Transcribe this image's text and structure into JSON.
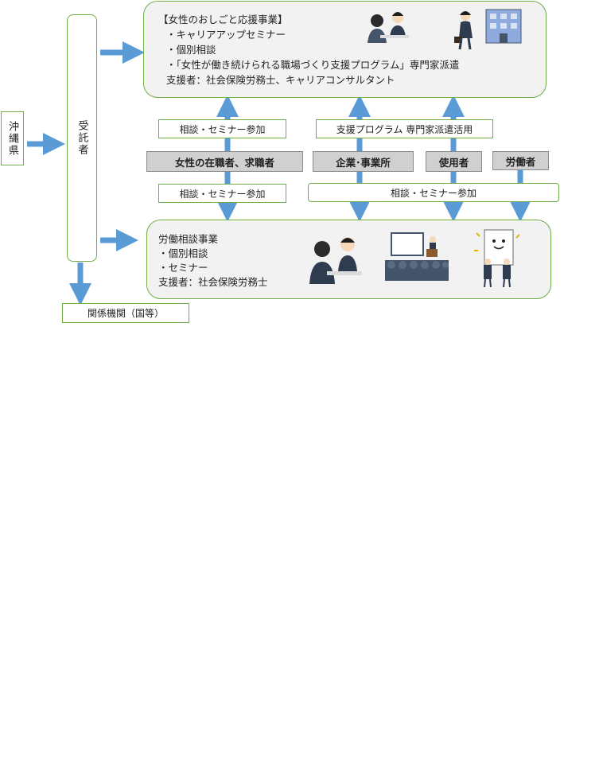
{
  "prefecture": "沖縄県",
  "contractor": "受託者",
  "related_agencies": "関係機関（国等）",
  "women_program": {
    "title": "【女性のおしごと応援事業】",
    "items": [
      "・キャリアアップセミナー",
      "・個別相談",
      "・「女性が働き続けられる職場づくり支援プログラム」専門家派遣"
    ],
    "supporters": "支援者：社会保険労務士、キャリアコンサルタント"
  },
  "labor_program": {
    "title": "労働相談事業",
    "items": [
      "・個別相談",
      "・セミナー"
    ],
    "supporters": "支援者：社会保険労務士"
  },
  "labels": {
    "consult_seminar_upper": "相談・セミナー参加",
    "consult_seminar_lower": "相談・セミナー参加",
    "support_program": "支援プログラム 専門家派遣活用",
    "consult_seminar_right": "相談・セミナー参加"
  },
  "participants": {
    "women": "女性の在職者、求職者",
    "companies": "企業･事業所",
    "employers": "使用者",
    "workers": "労働者"
  },
  "icons": [
    "consultation-illustration",
    "businesswoman-building-illustration",
    "seminar-illustration",
    "handbook-mascot-illustration"
  ],
  "colors": {
    "green_border": "#70ad47",
    "arrow_blue": "#5b9bd5",
    "panel_bg": "#f2f2f2",
    "gray_box": "#d0d0d0"
  }
}
